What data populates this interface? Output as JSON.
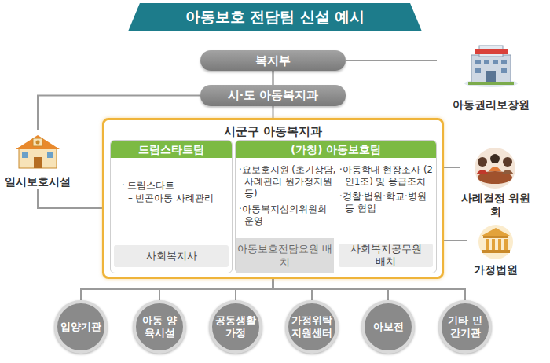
{
  "diagram": {
    "title": "아동보호 전담팀 신설 예시",
    "nodes": [
      {
        "text": [
          "복지부"
        ]
      },
      {
        "text": [
          "아동권리보장원"
        ]
      },
      {
        "text": [
          "시·도 아동복지과"
        ]
      },
      {
        "text": [
          "일시보호시설"
        ]
      },
      {
        "text": [
          "시군구 아동복지과"
        ]
      },
      {
        "text": [
          "드림스타트팀",
          "· 드림스타트",
          "– 빈곤아동 사례관리"
        ],
        "in": 4
      },
      {
        "text": [
          "사회복지사"
        ],
        "in": 5
      },
      {
        "text": [
          "(가칭) 아동보호팀",
          "·요보호지원 (초기상담, 사례관리 원가정지원 등)",
          "·아동복지심의위원회 운영",
          "·아동학대 현장조사 (2인1조) 및 응급조치",
          "·경찰·법원·학교·병원 등 협업"
        ],
        "in": 4
      },
      {
        "text": [
          "아동보호전담요원 배치"
        ],
        "in": 7
      },
      {
        "text": [
          "사회복지공무원 배치"
        ],
        "in": 7
      },
      {
        "text": [
          "사례결정 위원회"
        ]
      },
      {
        "text": [
          "가정법원"
        ]
      },
      {
        "text": [
          "입양기관"
        ]
      },
      {
        "text": [
          "아동 양육시설"
        ]
      },
      {
        "text": [
          "공동생활 가정"
        ]
      },
      {
        "text": [
          "가정위탁 지원센터"
        ]
      },
      {
        "text": [
          "아보전"
        ]
      },
      {
        "text": [
          "기타 민간기관"
        ]
      }
    ],
    "edges": [
      {
        "from": 0,
        "to": 2,
        "arrow": "none"
      },
      {
        "from": 0,
        "to": 1,
        "arrow": "none"
      },
      {
        "from": 2,
        "to": 4,
        "arrow": "none"
      },
      {
        "from": 2,
        "to": 3,
        "arrow": "none"
      },
      {
        "from": 3,
        "to": 4,
        "arrow": "none"
      },
      {
        "from": 4,
        "to": 10,
        "arrow": "none"
      },
      {
        "from": 4,
        "to": 11,
        "arrow": "none"
      },
      {
        "from": 4,
        "to": 12,
        "arrow": "none"
      },
      {
        "from": 4,
        "to": 13,
        "arrow": "none"
      },
      {
        "from": 4,
        "to": 14,
        "arrow": "none"
      },
      {
        "from": 4,
        "to": 15,
        "arrow": "none"
      },
      {
        "from": 4,
        "to": 16,
        "arrow": "none"
      },
      {
        "from": 4,
        "to": 17,
        "arrow": "none"
      }
    ]
  }
}
